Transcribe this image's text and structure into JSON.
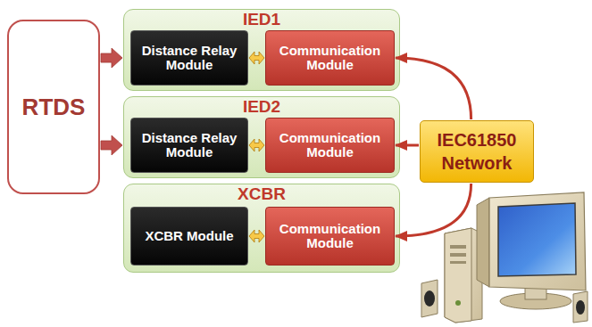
{
  "diagram": {
    "nodes": [
      {
        "text": [
          "RTDS"
        ]
      },
      {
        "text": [
          "IED1"
        ]
      },
      {
        "text": [
          "Distance Relay Module"
        ],
        "in": 1
      },
      {
        "text": [
          "Communication Module"
        ],
        "in": 1
      },
      {
        "text": [
          "IED2"
        ]
      },
      {
        "text": [
          "Distance Relay Module"
        ],
        "in": 4
      },
      {
        "text": [
          "Communication Module"
        ],
        "in": 4
      },
      {
        "text": [
          "XCBR"
        ]
      },
      {
        "text": [
          "XCBR Module"
        ],
        "in": 7
      },
      {
        "text": [
          "Communication Module"
        ],
        "in": 7
      },
      {
        "text": [
          "IEC61850 Network"
        ]
      }
    ],
    "edges": [
      {
        "from": 0,
        "to": 1,
        "arrow": "to"
      },
      {
        "from": 0,
        "to": 4,
        "arrow": "to"
      },
      {
        "from": 2,
        "to": 3,
        "arrow": "both"
      },
      {
        "from": 5,
        "to": 6,
        "arrow": "both"
      },
      {
        "from": 8,
        "to": 9,
        "arrow": "both"
      },
      {
        "from": 10,
        "to": 3,
        "arrow": "to"
      },
      {
        "from": 10,
        "to": 6,
        "arrow": "to"
      },
      {
        "from": 10,
        "to": 9,
        "arrow": "to"
      }
    ]
  }
}
